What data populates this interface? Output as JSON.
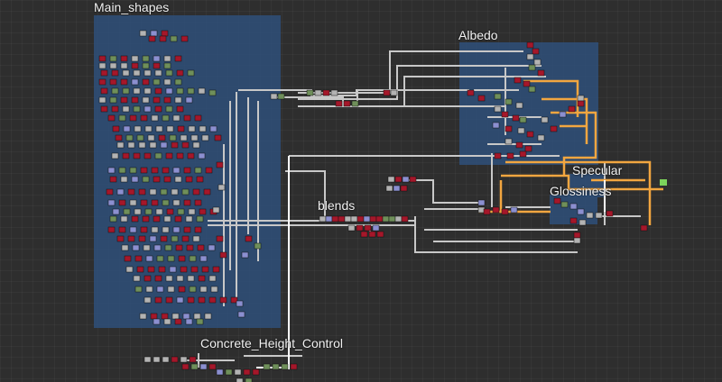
{
  "graph": {
    "frames": {
      "main_shapes": "Main_shapes",
      "albedo": "Albedo",
      "blends": "blends",
      "specular": "Specular",
      "glossiness": "Glossiness",
      "concrete_height_control": "Concrete_Height_Control"
    }
  },
  "colors": {
    "canvas": "#2e2e2e",
    "frame_fill": "#2f4f78",
    "frame_title": "#f2f2f2",
    "wire": "#c8c8c8",
    "wire_highlight": "#f2a640",
    "node_red": "#a5172a",
    "node_gray": "#b3b3b3",
    "node_green": "#6f8f5a",
    "node_blue": "#8b8fd0",
    "output_green": "#7cd35b"
  }
}
